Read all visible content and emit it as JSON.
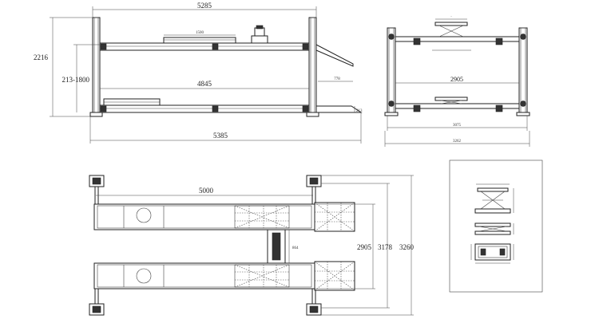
{
  "front_view": {
    "dim_top_width": "5285",
    "dim_height": "2216",
    "dim_lift_range": "213-1800",
    "dim_jack_travel": "1500",
    "dim_runway_length": "4845",
    "dim_ramp_height": "778",
    "dim_ramp_drop": "213",
    "dim_overall_length": "5385"
  },
  "end_view": {
    "dim_inner_width": "2905",
    "dim_outer_width": "3075",
    "dim_overall_width": "3262"
  },
  "plan_view": {
    "dim_runway_length": "5000",
    "dim_inner_width": "2905",
    "dim_track_width": "3178",
    "dim_overall_width": "3260",
    "dim_center_gap": "864"
  }
}
